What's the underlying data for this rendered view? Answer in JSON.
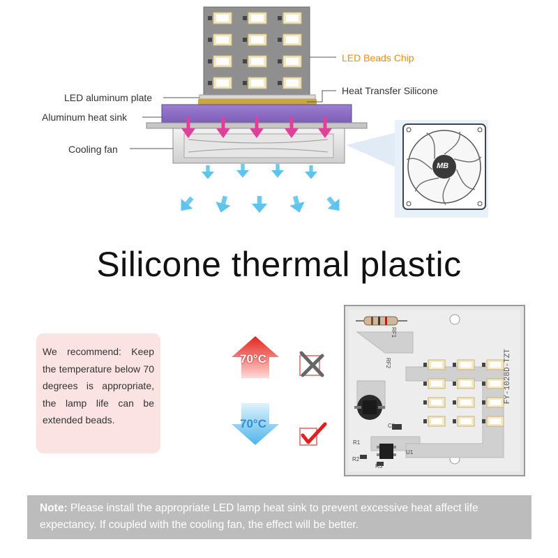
{
  "diagram": {
    "labels": {
      "led_beads_chip": "LED Beads Chip",
      "led_aluminum_plate": "LED aluminum plate",
      "heat_transfer_silicone": "Heat Transfer Silicone",
      "aluminum_heat_sink": "Aluminum heat sink",
      "cooling_fan": "Cooling fan"
    },
    "fan_logo": "MB"
  },
  "title": "Silicone thermal plastic",
  "recommend": {
    "text": "We recommend: Keep the temperature below 70 degrees is appropriate, the lamp life can be extended beads."
  },
  "temperatures": {
    "high": "70°C",
    "low": "70°C"
  },
  "board": {
    "model": "FY-1028D-TZT",
    "components": [
      "RF1",
      "RF2",
      "R2",
      "R1",
      "C1",
      "R3",
      "U1"
    ]
  },
  "note": {
    "label": "Note:",
    "text": " Please install the appropriate LED lamp heat sink to prevent excessive heat affect life expectancy. If coupled with the cooling fan, the effect will be better."
  },
  "colors": {
    "heat_sink": "#8c6cc4",
    "silicone": "#c9a640",
    "accent_orange": "#f28c00",
    "arrow_pink": "#e0409a",
    "arrow_blue": "#5ec4ee",
    "note_bar": "#bcbcbc",
    "check_red": "#e02020"
  }
}
